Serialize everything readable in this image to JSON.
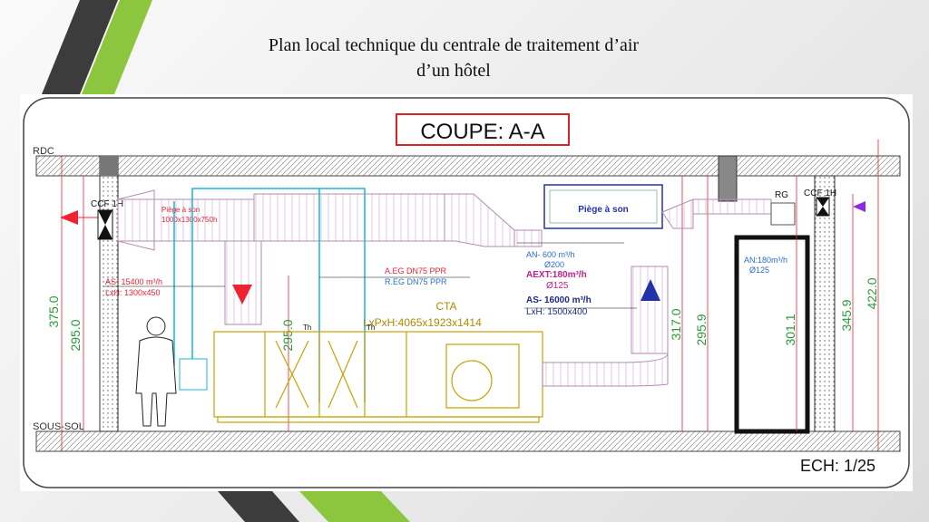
{
  "slide": {
    "title_line1": "Plan local technique du centrale de traitement d’air",
    "title_line2": "d’un hôtel"
  },
  "drawing": {
    "section_title": "COUPE: A-A",
    "level_top": "RDC",
    "level_bottom": "SOUS-SOL",
    "scale": "ECH: 1/25",
    "fire_damper_left": "CCF 1H",
    "fire_damper_right": "CCF 1H",
    "grille_right": "RG",
    "silencer_left": "Piège à son",
    "silencer_left_dims": "1000x1300x750h",
    "silencer_top": "Piège à son",
    "fresh_air_flow": "AS- 15400 m³/h",
    "fresh_air_dims": "LxH: 1300x450",
    "pipe_aeg": "A.EG DN75 PPR",
    "pipe_reg": "R.EG DN75 PPR",
    "ahu_name": "CTA",
    "ahu_dims": "LxPxH:4065x1923x1414",
    "an_flow": "AN- 600 m³/h",
    "an_dia": "Ø200",
    "aext_flow": "AEXT:180m³/h",
    "aext_dia": "Ø125",
    "as_flow": "AS- 16000 m³/h",
    "as_dims": "LxH: 1500x400",
    "an_right_flow": "AN:180m³/h",
    "an_right_dia": "Ø125",
    "thermo_1": "Th",
    "thermo_2": "Th",
    "dim_375": "375.0",
    "dim_295_left": "295.0",
    "dim_295_mid": "295.0",
    "dim_317": "317.0",
    "dim_2959": "295.9",
    "dim_3011": "301.1",
    "dim_3459": "345.9",
    "dim_4220": "422.0"
  }
}
